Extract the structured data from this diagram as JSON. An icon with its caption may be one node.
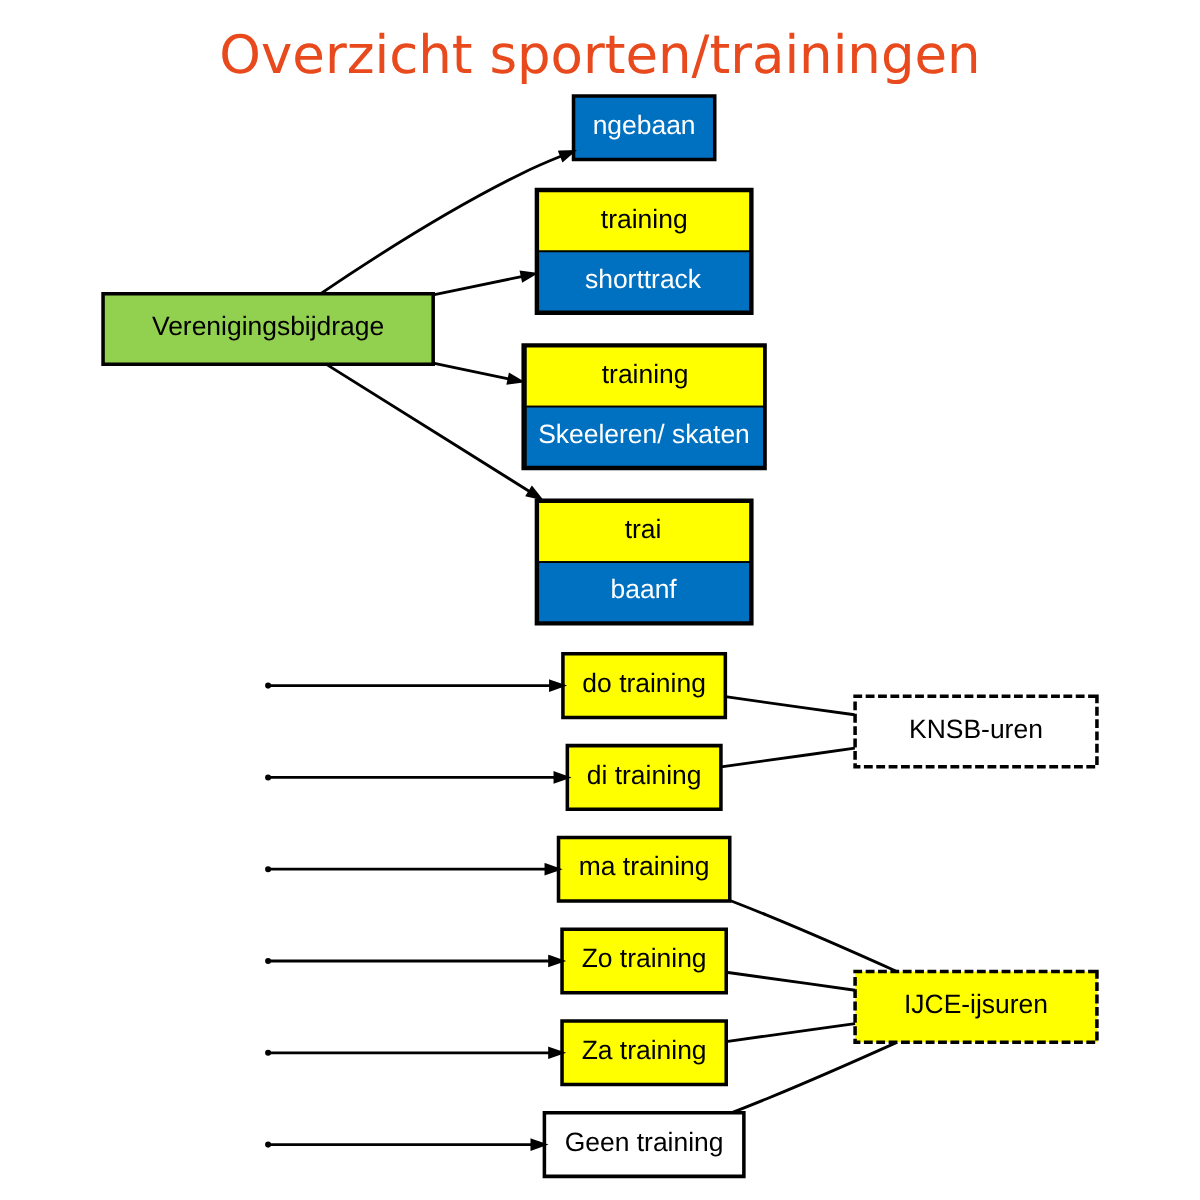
{
  "diagram": {
    "title": "Overzicht sporten/trainingen",
    "nodes": [
      {
        "text": [
          "do training"
        ]
      },
      {
        "text": [
          "di training"
        ]
      },
      {
        "text": [
          "ma training"
        ]
      },
      {
        "text": [
          "Zo training"
        ]
      },
      {
        "text": [
          "Za training"
        ]
      },
      {
        "text": [
          "Geen training"
        ]
      },
      {
        "text": [
          "KNSB-uren"
        ]
      },
      {
        "text": [
          "IJCE-ijsuren"
        ]
      },
      {
        "text": [
          "ngebaan"
        ]
      },
      {
        "text": [
          "training",
          "shorttrack"
        ]
      },
      {
        "text": [
          "training",
          "Skeeleren/ skaten"
        ]
      },
      {
        "text": [
          "trai",
          "baanf"
        ]
      },
      {
        "text": [
          "Verenigingsbijdrage"
        ]
      }
    ],
    "edges": [
      {
        "from": null,
        "to": 0,
        "arrow": "to"
      },
      {
        "from": null,
        "to": 1,
        "arrow": "to"
      },
      {
        "from": null,
        "to": 2,
        "arrow": "to"
      },
      {
        "from": null,
        "to": 3,
        "arrow": "to"
      },
      {
        "from": null,
        "to": 4,
        "arrow": "to"
      },
      {
        "from": null,
        "to": 5,
        "arrow": "to"
      },
      {
        "from": 0,
        "to": 6,
        "arrow": "none"
      },
      {
        "from": 1,
        "to": 6,
        "arrow": "none"
      },
      {
        "from": 2,
        "to": 7,
        "arrow": "none"
      },
      {
        "from": 3,
        "to": 7,
        "arrow": "none"
      },
      {
        "from": 4,
        "to": 7,
        "arrow": "none"
      },
      {
        "from": 5,
        "to": 7,
        "arrow": "none"
      },
      {
        "from": 12,
        "to": 8,
        "arrow": "to"
      },
      {
        "from": 12,
        "to": 9,
        "arrow": "to"
      },
      {
        "from": 12,
        "to": 10,
        "arrow": "to"
      },
      {
        "from": 12,
        "to": 11,
        "arrow": "to"
      }
    ]
  }
}
